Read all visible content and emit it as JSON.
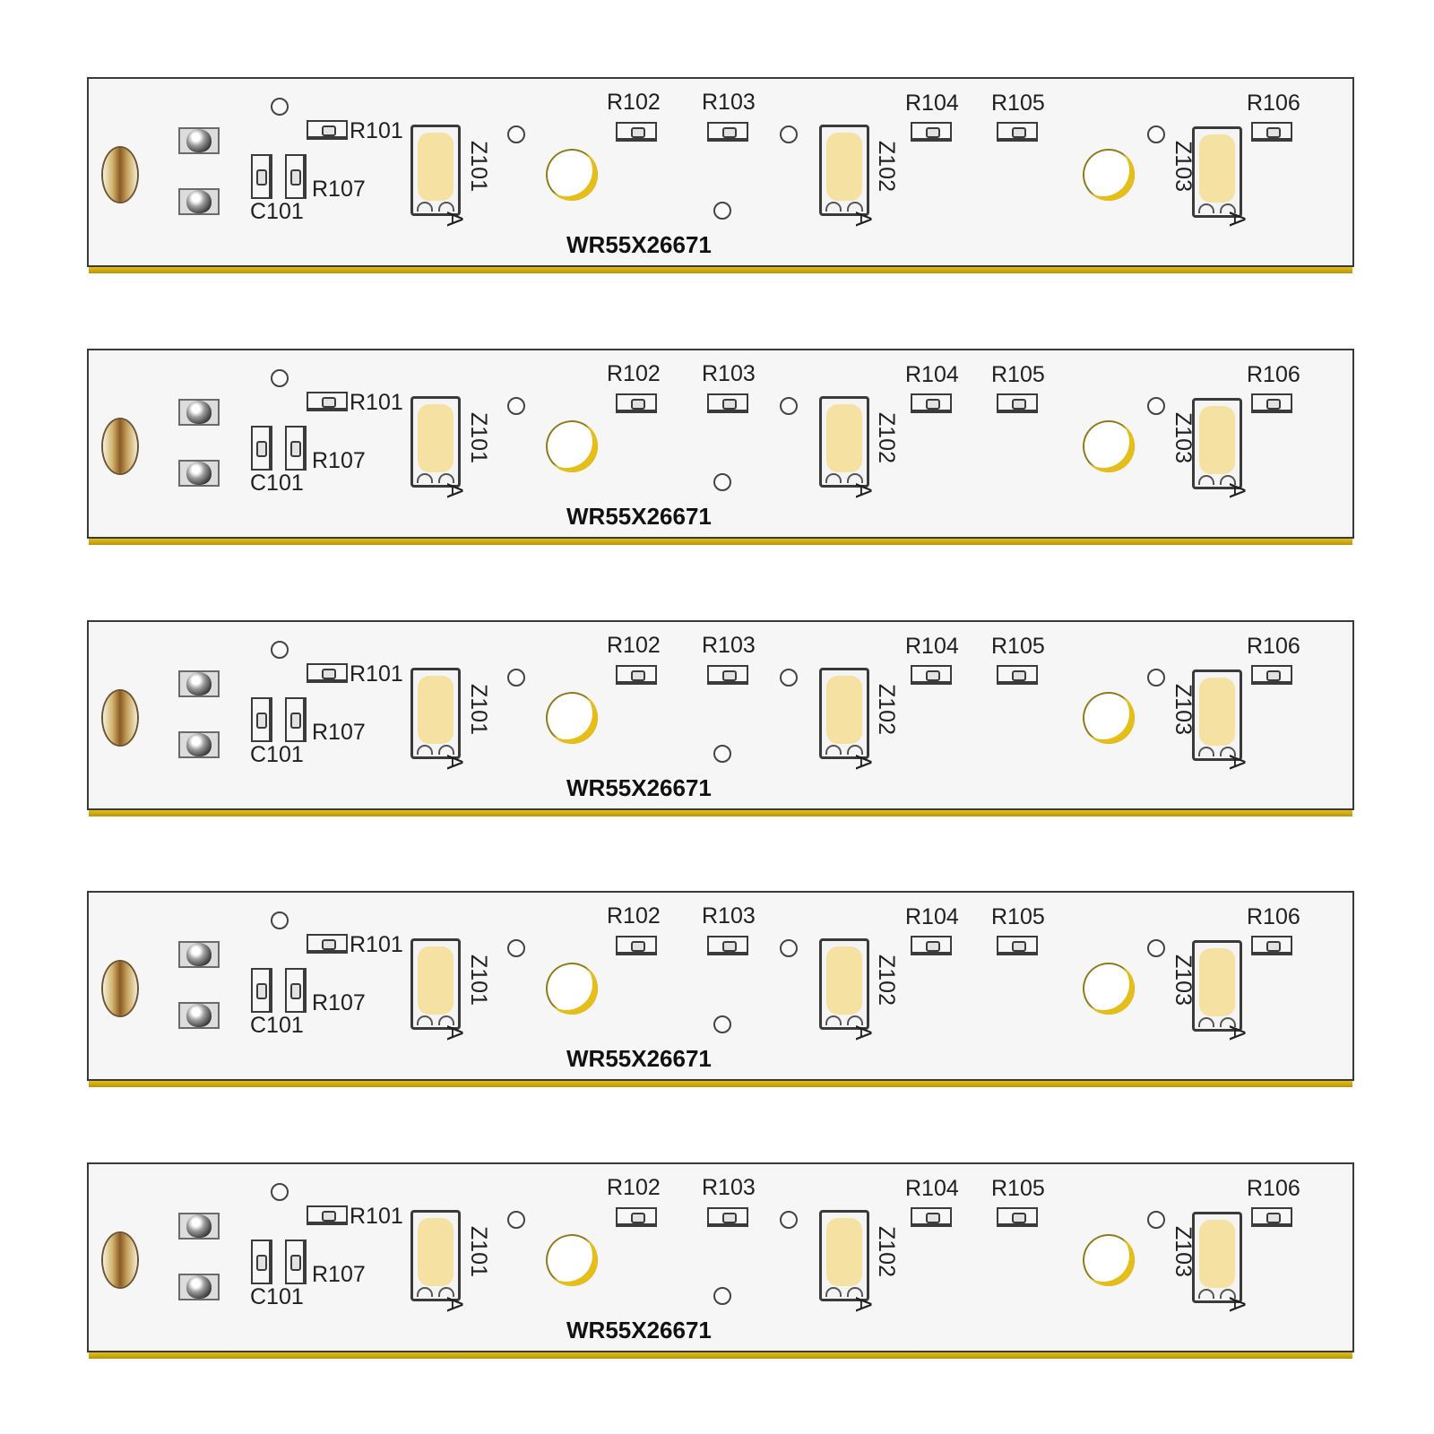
{
  "board": {
    "part_number": "WR55X26671",
    "resistor_labels": [
      "R101",
      "R102",
      "R103",
      "R104",
      "R105",
      "R106",
      "R107"
    ],
    "capacitor_label": "C101",
    "led_labels": [
      "Z101",
      "Z102",
      "Z103"
    ],
    "anode_mark": "A",
    "colors": {
      "substrate": "#f6f6f6",
      "edge": "#d4b010",
      "led_lens": "#f5e2a2",
      "outline": "#3a3a3a"
    }
  },
  "board_count": 5
}
